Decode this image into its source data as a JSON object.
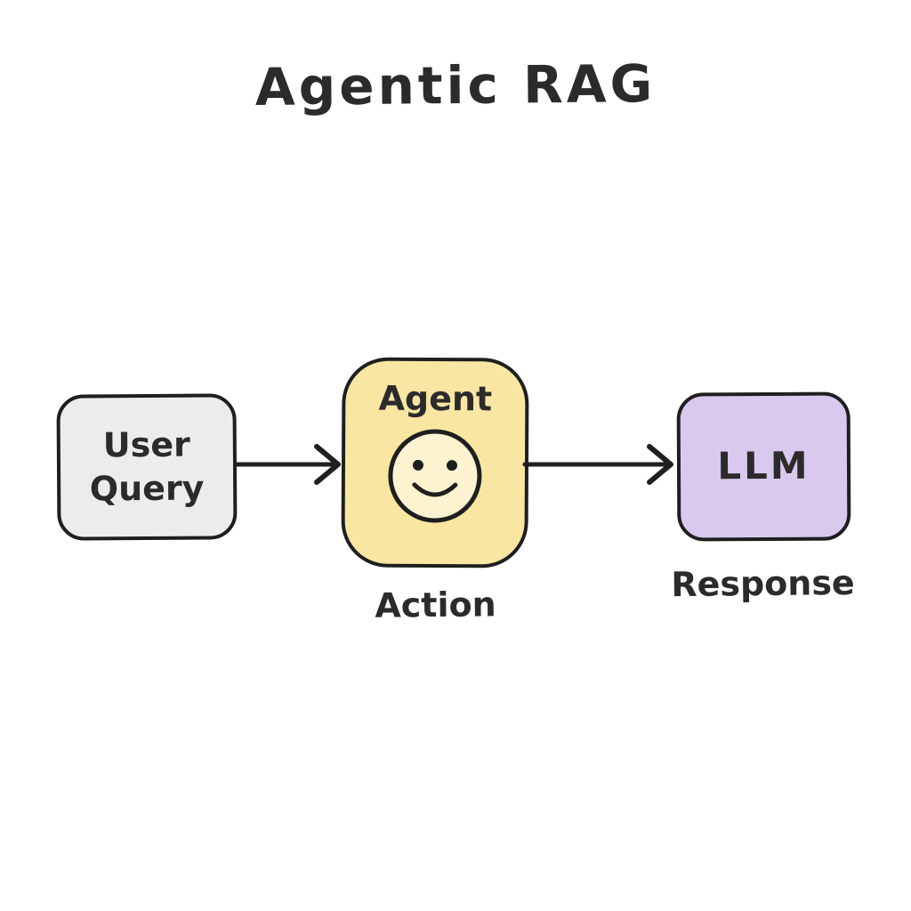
{
  "title": "Agentic RAG",
  "nodes": [
    {
      "id": "user-query",
      "label": "User\nQuery",
      "fill": "#ececec"
    },
    {
      "id": "agent",
      "label": "Agent",
      "fill": "#f9e6a2",
      "icon": "smiley-face-icon",
      "icon_fill": "#fdf3d0"
    },
    {
      "id": "llm",
      "label": "LLM",
      "fill": "#d9c9ef"
    }
  ],
  "edges": [
    {
      "from": "user-query",
      "to": "agent"
    },
    {
      "from": "agent",
      "to": "llm"
    }
  ],
  "captions": [
    {
      "for": "agent",
      "text": "Action"
    },
    {
      "for": "llm",
      "text": "Response"
    }
  ],
  "colors": {
    "background": "#ffffff",
    "stroke": "#1f1f1f",
    "text": "#2b2b2b",
    "user_query_fill": "#ececec",
    "agent_fill": "#f9e6a2",
    "smiley_fill": "#fdf3d0",
    "llm_fill": "#d9c9ef"
  }
}
